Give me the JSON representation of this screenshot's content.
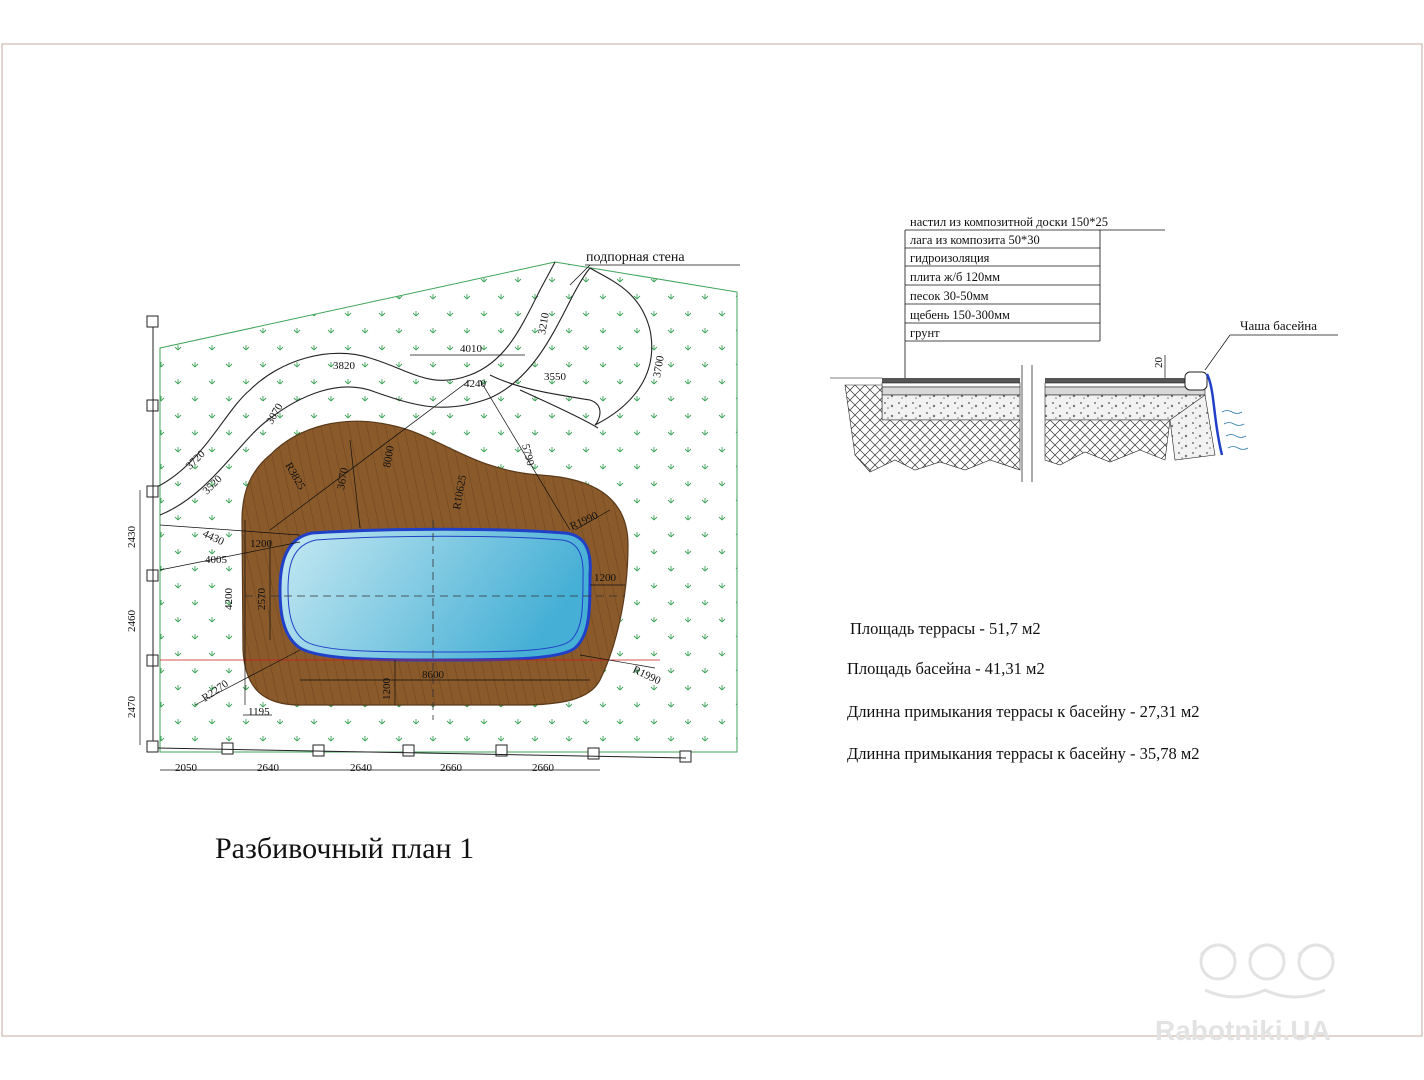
{
  "plan": {
    "title": "Разбивочный план  1",
    "retaining_wall_label": "подпорная стена",
    "bottom_dims": [
      "2050",
      "2640",
      "2640",
      "2660",
      "2660"
    ],
    "left_dims": [
      "2430",
      "2460",
      "2470"
    ],
    "path_dims": [
      "3720",
      "3520",
      "3070",
      "3820",
      "4010",
      "4240",
      "3210",
      "3550",
      "3700"
    ],
    "terrace_dims": [
      "R3825",
      "3670",
      "8000",
      "R10625",
      "5790",
      "R1990",
      "4430",
      "4005",
      "1200",
      "1200",
      "4200",
      "2570",
      "R2270",
      "1195",
      "1200",
      "8600",
      "R1990"
    ]
  },
  "section": {
    "layers": [
      "настил из композитной доски 150*25",
      "лага из композита 50*30",
      " гидроизоляция",
      "плита ж/б 120мм",
      "песок 30-50мм",
      "щебень 150-300мм",
      "грунт"
    ],
    "pool_bowl_label": "Чаша басейна",
    "step_dim": "20"
  },
  "stats": [
    "Площадь террасы  - 51,7 м2",
    "Площадь басейна  - 41,31 м2",
    "Длинна примыкания террасы к басейну  - 27,31 м2",
    "Длинна примыкания террасы к басейну  - 35,78 м2"
  ],
  "watermark": "Rabotniki.UA",
  "colors": {
    "terrace": "#8a5a2a",
    "terrace_stroke": "#5a3a1a",
    "pool_light": "#bfe6f0",
    "pool_dark": "#4ab2d6",
    "pool_rim": "#2140c8",
    "grass": "#3fa45a",
    "red_line": "#cc1a1a"
  }
}
